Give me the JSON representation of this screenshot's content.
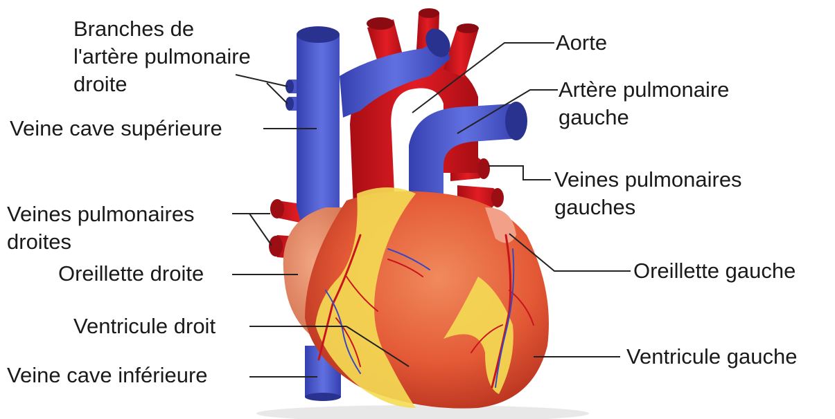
{
  "labels": {
    "branches": [
      "Branches de",
      "l'artère pulmonaire",
      "droite"
    ],
    "vcs": "Veine cave supérieure",
    "vpd": [
      "Veines pulmonaires",
      "droites"
    ],
    "od": "Oreillette droite",
    "vd": "Ventricule droit",
    "vci": "Veine cave inférieure",
    "aorte": "Aorte",
    "apg": [
      "Artère pulmonaire",
      "gauche"
    ],
    "vpg": [
      "Veines pulmonaires",
      "gauches"
    ],
    "og": "Oreillette gauche",
    "vg": "Ventricule gauche"
  },
  "colors": {
    "vein_blue": "#4a55c9",
    "artery_red": "#d4141e",
    "muscle": "#e4583a",
    "fat": "#f3d94a",
    "line": "#222222"
  }
}
